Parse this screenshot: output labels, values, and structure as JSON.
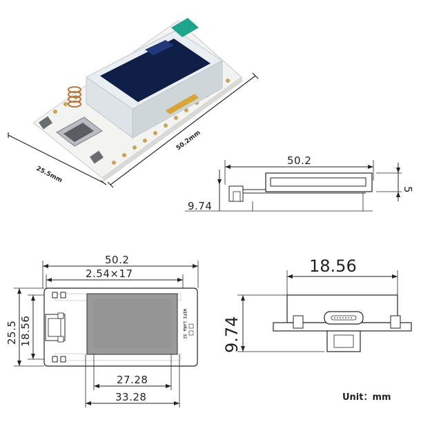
{
  "photo": {
    "width_label": "25.5mm",
    "length_label": "50.2mm"
  },
  "side_view": {
    "length_label": "50.2",
    "height_label": "5",
    "thickness_label": "9.74"
  },
  "top_view": {
    "length_label": "50.2",
    "pitch_label": "2.54×17",
    "width_label": "25.5",
    "inner_width_label": "18.56",
    "board_marking": "WIFI LoRa 32",
    "screen_label": "27.28",
    "screen_module_label": "33.28"
  },
  "end_view": {
    "width_label": "18.56",
    "height_label": "9.74"
  },
  "unit_note": "Unit：mm"
}
